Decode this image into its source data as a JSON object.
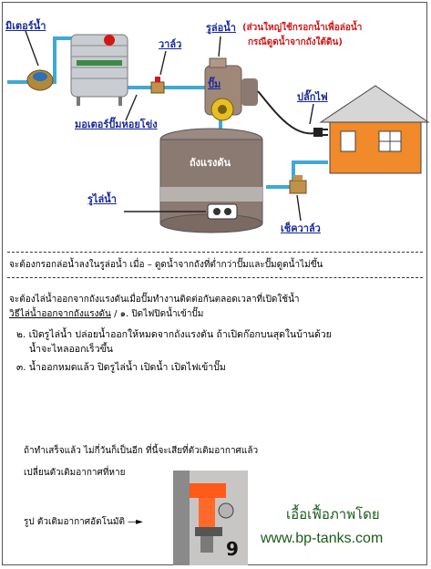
{
  "labels": {
    "water_meter": "มิเตอร์น้ำ",
    "valve": "วาล์ว",
    "priming_hole": "รูล่อน้ำ",
    "priming_note_1": "(ส่วนใหญ่ใช้กรอกน้ำเพื่อล่อน้ำ",
    "priming_note_2": "กรณีดูดน้ำจากถังใต้ดิน)",
    "pump": "ปั๊ม",
    "plug": "ปลั๊กไฟ",
    "pump_motor": "มอเตอร์ปั๊มหอยโข่ง",
    "pressure_tank": "ถังแรงดัน",
    "drain_hole": "รูไล่น้ำ",
    "check_valve": "เช็ควาล์ว"
  },
  "notes": {
    "note1": "จะต้องกรอกล่อน้ำลงในรูล่อน้ำ เมื่อ – ดูดน้ำจากถังที่ต่ำกว่าปั๊มและปั๊มดูดน้ำไม่ขึ้น",
    "note2": "จะต้องไล่น้ำออกจากถังแรงดันเมื่อปั๊มทำงานติดต่อกันตลอดเวลาที่เปิดใช้น้ำ",
    "method_title": "วิธีไล่น้ำออกจากถังแรงดัน",
    "step1": " / ๑. ปิดไฟปิดน้ำเข้าปั๊ม",
    "step2a": "๒. เปิดรูไล่น้ำ ปล่อยน้ำออกให้หมดจากถังแรงดัน ถ้าเปิดก๊อกบนสุดในบ้านด้วย",
    "step2b": "น้ำจะไหลออกเร็วขึ้น",
    "step3": "๓. น้ำออกหมดแล้ว ปิดรูไล่น้ำ เปิดน้ำ เปิดไฟเข้าปั๊ม",
    "extra1": "ถ้าทำเสร็จแล้ว ไม่กี่วันก็เป็นอีก ที่นี้จะเสียที่ตัวเติมอากาศแล้ว",
    "extra2": "เปลี่ยนตัวเติมอากาศที่หาย",
    "photo_caption": "รูป ตัวเติมอากาศอัตโนมัติ",
    "photo_number": "9"
  },
  "credit": {
    "line1": "เอื้อเฟื้อภาพโดย",
    "line2": "www.bp-tanks.com"
  },
  "colors": {
    "pipe": "#3fa9d6",
    "label_blue": "#1a2a9a",
    "label_red": "#d01818",
    "tank": "#8a7a72",
    "house_wall": "#f08a2a",
    "roof": "#d6d6d6",
    "credit_green": "#1a5a1a"
  }
}
